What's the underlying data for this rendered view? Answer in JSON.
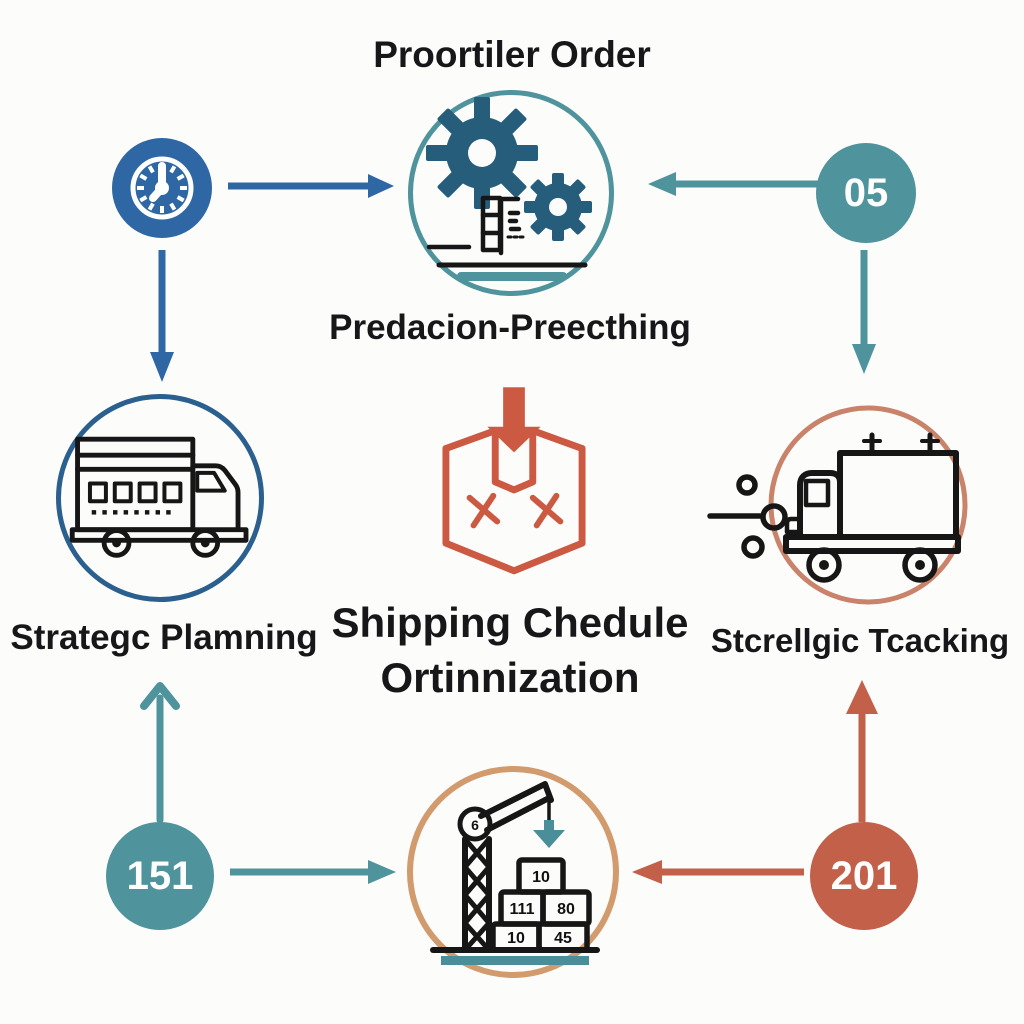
{
  "title": "Proortiler Order",
  "colors": {
    "blue": "#2e67a4",
    "steel": "#2a5f8e",
    "teal": "#4f939c",
    "teal2": "#4a8e99",
    "rust": "#cc5a43",
    "red": "#c2604a",
    "salmon": "#c9836b",
    "tan": "#d19b6d",
    "gear": "#255d7a",
    "ink": "#17171a",
    "paper": "#fcfcfb"
  },
  "nodes": {
    "production": {
      "label": "Predacion-Preecthing",
      "icon": "gears-icon"
    },
    "planning": {
      "label": "Strategc Plamning",
      "icon": "box-truck-icon"
    },
    "tracking": {
      "label": "Stcrellgic Tcacking",
      "icon": "moving-truck-icon"
    },
    "loading": {
      "icon": "crane-icon",
      "pulley_label": "6",
      "crate_labels": [
        "10",
        "111",
        "80",
        "10",
        "45"
      ]
    },
    "center": {
      "line1": "Shipping Chedule",
      "line2": "Ortinnization",
      "icon": "package-drop-icon"
    }
  },
  "badges": {
    "clock": {
      "icon": "clock-icon"
    },
    "step05": "05",
    "step151": "151",
    "step201": "201"
  }
}
